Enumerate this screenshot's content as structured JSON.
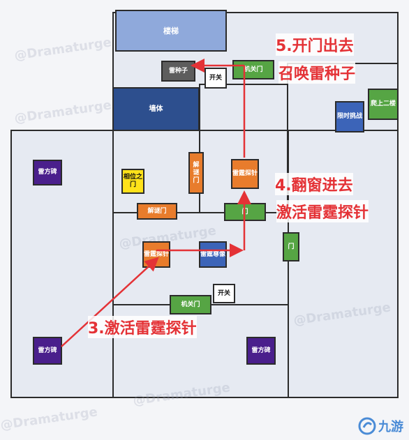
{
  "map": {
    "rooms": {
      "stairs": "楼梯",
      "wall": "墙体",
      "thunder_seed": "雷种子",
      "switch_top": "开关",
      "mechanism_door_top": "机关门",
      "thunder_probe_top": "雷霆探针",
      "puzzle_door_vertical": "解谜门",
      "phase_door": "相位之门",
      "puzzle_door_horizontal": "解谜门",
      "door_horizontal": "门",
      "door_vertical": "门",
      "thunder_probe_mid": "雷霆探针",
      "thunder_statue": "雷霆尊像",
      "switch_bottom": "开关",
      "mechanism_door_bottom": "机关门",
      "cube_left_top": "雷方碑",
      "cube_left_bottom": "雷方碑",
      "cube_bottom_mid": "雷方碑",
      "time_challenge": "限时挑战",
      "climb_floor2": "爬上二楼"
    },
    "steps": {
      "step3": "3.激活雷霆探针",
      "step4_line1": "4.翻窗进去",
      "step4_line2": "激活雷霆探针",
      "step5_line1": "5.开门出去",
      "step5_line2": "召唤雷种子"
    },
    "watermark": "@Dramaturge",
    "logo_text": "九游",
    "colors": {
      "route": "#e43236"
    }
  }
}
